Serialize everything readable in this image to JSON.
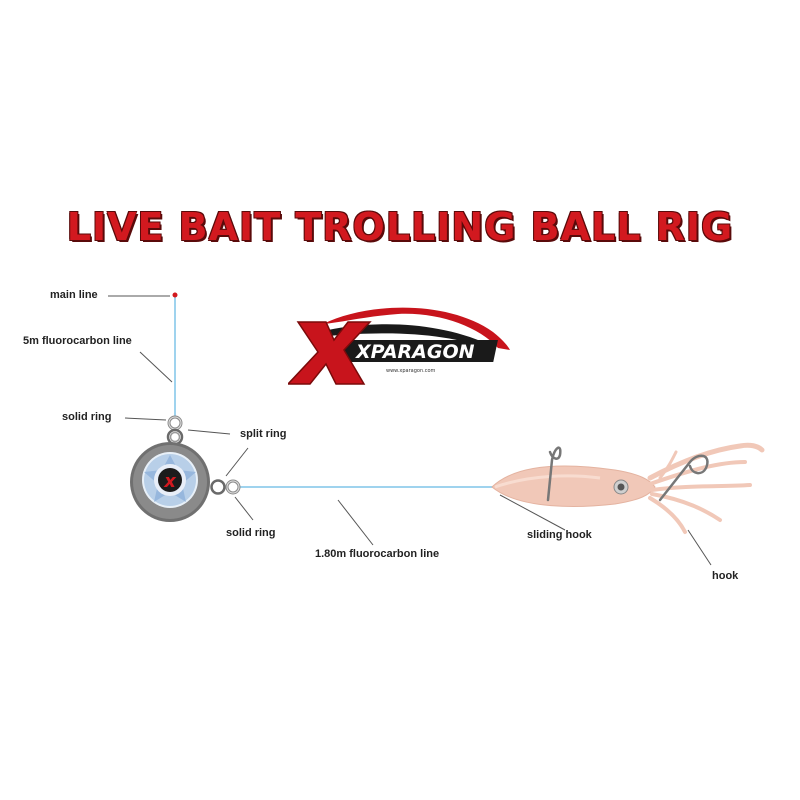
{
  "title": "LIVE BAIT TROLLING BALL RIG",
  "logo": {
    "brand_text": "XPARAGON",
    "url_text": "www.xparagon.com"
  },
  "labels": {
    "main_line": "main line",
    "fluoro_5m": "5m fluorocarbon line",
    "solid_ring_top": "solid ring",
    "split_ring": "split ring",
    "solid_ring_bottom": "solid ring",
    "fluoro_180": "1.80m fluorocarbon line",
    "sliding_hook": "sliding hook",
    "hook": "hook"
  },
  "colors": {
    "title": "#d2191f",
    "line": "#9fd3ee",
    "squid": "#f1c8b8",
    "logo_red": "#c8141c"
  }
}
